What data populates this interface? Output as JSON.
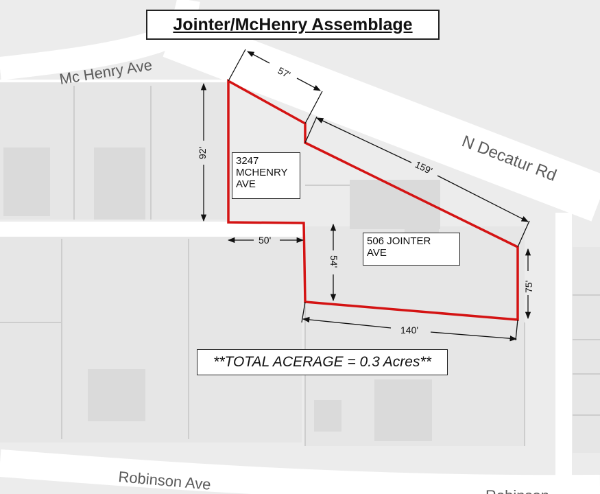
{
  "title": "Jointer/McHenry Assemblage",
  "streets": {
    "mchenry": "Mc Henry Ave",
    "decatur": "N Decatur Rd",
    "robinson": "Robinson Ave",
    "robinson_right": "Robinson"
  },
  "lots": {
    "lot_a_lines": [
      "3247",
      "MCHENRY",
      "AVE"
    ],
    "lot_b_lines": [
      "506 JOINTER",
      "AVE"
    ]
  },
  "dimensions": {
    "d57": "57'",
    "d92": "92'",
    "d159": "159'",
    "d50": "50'",
    "d54": "54'",
    "d75": "75'",
    "d140": "140'"
  },
  "total": "**TOTAL ACERAGE = 0.3 Acres**",
  "colors": {
    "background": "#ececec",
    "road": "#ffffff",
    "block": "#e4e4e4",
    "building": "#d9d9d9",
    "lot_line": "#cbcbcb",
    "boundary": "#d41313"
  }
}
